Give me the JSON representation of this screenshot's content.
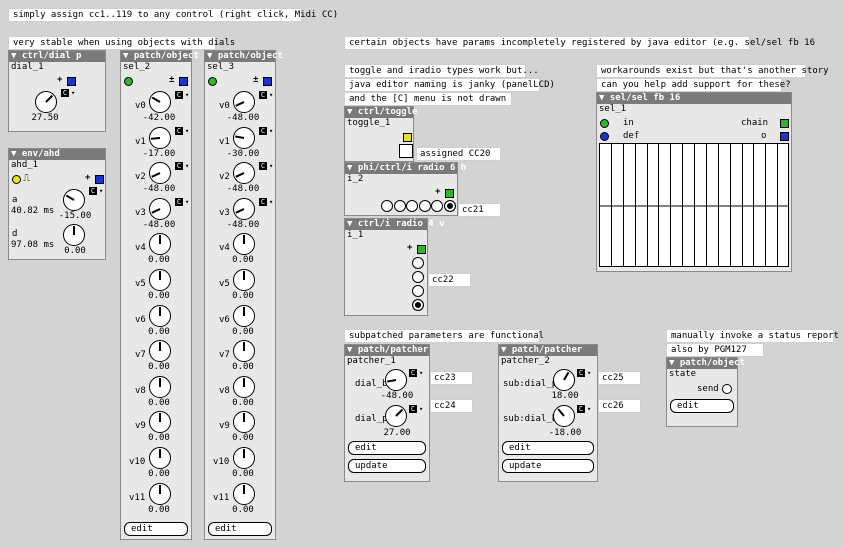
{
  "labels": {
    "top": "simply assign cc1..119 to any control (right click, Midi CC)",
    "stable": "very stable when using objects with dials",
    "certain": "certain objects have params incompletely registered by java editor (e.g. sel/sel fb 16",
    "toggle_work": "toggle and iradio types work but...",
    "naming": "java editor naming is janky (panelLCD)",
    "cmenu": "and the [C] menu is not drawn",
    "workarounds": "workarounds exist but that's another story",
    "help": "can you help add support for these?",
    "subpatched": "subpatched parameters are functional",
    "manual": "manually invoke a status report",
    "pgm": "also by PGM127"
  },
  "dial_p": {
    "header": "ctrl/dial p",
    "instance": "dial_1",
    "value": "27.50"
  },
  "ahd": {
    "header": "env/ahd",
    "instance": "ahd_1",
    "a_label": "a",
    "a_time": "40.82 ms",
    "a_value": "-15.00",
    "d_label": "d",
    "d_time": "97.08 ms",
    "d_value": "0.00"
  },
  "sel2": {
    "header": "patch/object",
    "instance": "sel_2",
    "edit": "edit",
    "dials": [
      {
        "label": "v0",
        "value": "-42.00"
      },
      {
        "label": "v1",
        "value": "-17.00"
      },
      {
        "label": "v2",
        "value": "-48.00"
      },
      {
        "label": "v3",
        "value": "-48.00"
      },
      {
        "label": "v4",
        "value": "0.00"
      },
      {
        "label": "v5",
        "value": "0.00"
      },
      {
        "label": "v6",
        "value": "0.00"
      },
      {
        "label": "v7",
        "value": "0.00"
      },
      {
        "label": "v8",
        "value": "0.00"
      },
      {
        "label": "v9",
        "value": "0.00"
      },
      {
        "label": "v10",
        "value": "0.00"
      },
      {
        "label": "v11",
        "value": "0.00"
      }
    ]
  },
  "sel3": {
    "header": "patch/object",
    "instance": "sel_3",
    "edit": "edit",
    "dials": [
      {
        "label": "v0",
        "value": "-48.00"
      },
      {
        "label": "v1",
        "value": "-30.00"
      },
      {
        "label": "v2",
        "value": "-48.00"
      },
      {
        "label": "v3",
        "value": "-48.00"
      },
      {
        "label": "v4",
        "value": "0.00"
      },
      {
        "label": "v5",
        "value": "0.00"
      },
      {
        "label": "v6",
        "value": "0.00"
      },
      {
        "label": "v7",
        "value": "0.00"
      },
      {
        "label": "v8",
        "value": "0.00"
      },
      {
        "label": "v9",
        "value": "0.00"
      },
      {
        "label": "v10",
        "value": "0.00"
      },
      {
        "label": "v11",
        "value": "0.00"
      }
    ]
  },
  "toggle": {
    "header": "ctrl/toggle",
    "instance": "toggle_1",
    "assigned": "assigned CC20"
  },
  "radio_h": {
    "header": "phi/ctrl/i radio 6 h",
    "instance": "i_2",
    "cc": "cc21",
    "selected_index": 5
  },
  "radio_v": {
    "header": "ctrl/i radio 4 v",
    "instance": "i_1",
    "cc": "cc22",
    "selected_index": 3
  },
  "selfb": {
    "header": "sel/sel fb 16",
    "instance": "sel_1",
    "in": "in",
    "def": "def",
    "chain": "chain",
    "o": "o"
  },
  "patcher1": {
    "header": "patch/patcher",
    "instance": "patcher_1",
    "dial_b_label": "dial_b",
    "dial_b_value": "-48.00",
    "dial_p_label": "dial_p",
    "dial_p_value": "27.00",
    "cc_b": "cc23",
    "cc_p": "cc24",
    "edit": "edit",
    "update": "update"
  },
  "patcher2": {
    "header": "patch/patcher",
    "instance": "patcher_2",
    "dial_b_label": "sub:dial_p",
    "dial_b_value": "18.00",
    "dial_p_label": "sub:dial_b",
    "dial_p_value": "-18.00",
    "cc_b": "cc25",
    "cc_p": "cc26",
    "edit": "edit",
    "update": "update"
  },
  "state": {
    "header": "patch/object",
    "instance": "state",
    "send": "send",
    "edit": "edit"
  },
  "glyphs": {
    "c": "C",
    "arrow": "▾",
    "plus": "+",
    "plusminus": "±",
    "triangle": "▼",
    "square_wave": "⎍"
  },
  "colors": {
    "background": "#d3d3d3",
    "header": "#7a7a7a",
    "blue": "#1a33cc",
    "green": "#2ab82a",
    "yellow": "#e8e020"
  }
}
